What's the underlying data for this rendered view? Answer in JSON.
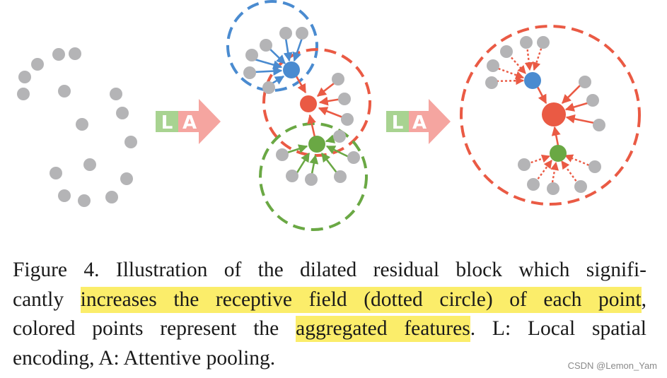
{
  "arrow_labels": {
    "first_l": "L",
    "first_a": "A",
    "second_l": "L",
    "second_a": "A"
  },
  "colors": {
    "gray_point": "#b4b4b6",
    "blue": "#4a8bd0",
    "red": "#ea5a44",
    "green": "#6aa844",
    "arrow_l": "#a8d391",
    "arrow_a": "#f5a5a0",
    "highlight": "#fbed6a"
  },
  "caption": {
    "line1": "Figure 4. Illustration of the dilated residual block which signifi-",
    "line2_pre": "cantly ",
    "line2_hl": "increases the receptive field (dotted circle) of each point",
    "line2_post": ",",
    "line3_pre": "colored points represent the ",
    "line3_hl": "aggregated features",
    "line3_post": ".  L: Local spatial",
    "line4": "encoding, A: Attentive pooling."
  },
  "watermark": "CSDN @Lemon_Yam"
}
